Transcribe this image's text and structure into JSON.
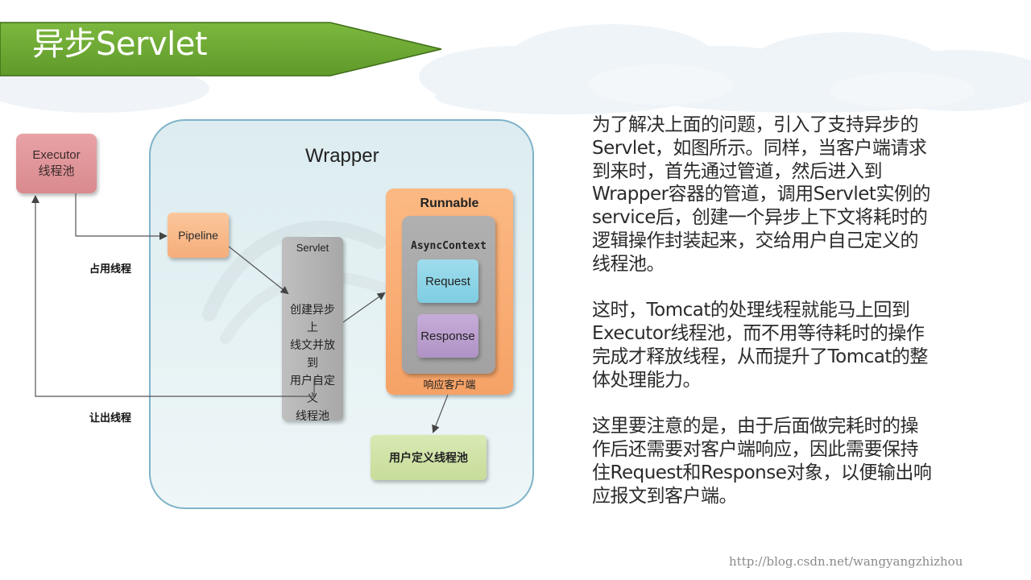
{
  "title": "异步Servlet",
  "diagram": {
    "wrapper_label": "Wrapper",
    "executor_line1": "Executor",
    "executor_line2": "线程池",
    "pipeline": "Pipeline",
    "servlet_title": "Servlet",
    "servlet_desc": "创建异步上\n线文并放到\n用户自定义\n线程池",
    "runnable_title": "Runnable",
    "async_context": "AsyncContext",
    "request": "Request",
    "response": "Response",
    "runnable_footer": "响应客户端",
    "user_pool": "用户定义线程池",
    "occupy_thread": "占用线程",
    "release_thread": "让出线程"
  },
  "description": {
    "para1": "为了解决上面的问题，引入了支持异步的\nServlet，如图所示。同样，当客户端请求\n到来时，首先通过管道，然后进入到\nWrapper容器的管道，调用Servlet实例的\nservice后，创建一个异步上下文将耗时的\n逻辑操作封装起来，交给用户自己定义的\n线程池。",
    "para2": "这时，Tomcat的处理线程就能马上回到\nExecutor线程池，而不用等待耗时的操作\n完成才释放线程，从而提升了Tomcat的整\n体处理能力。",
    "para3": "这里要注意的是，由于后面做完耗时的操\n作后还需要对客户端响应，因此需要保持\n住Request和Response对象，以便输出响\n应报文到客户端。"
  },
  "watermark": "http://blog.csdn.net/wangyangzhizhou",
  "colors": {
    "banner_green": "#6aa632",
    "wrapper_fill": "#e3f0f3",
    "executor": "#dd9094",
    "pipeline": "#f7b383",
    "runnable": "#f8ab70",
    "request": "#8cd3e7",
    "response": "#b89ccc",
    "user_pool": "#cfe3a6"
  }
}
